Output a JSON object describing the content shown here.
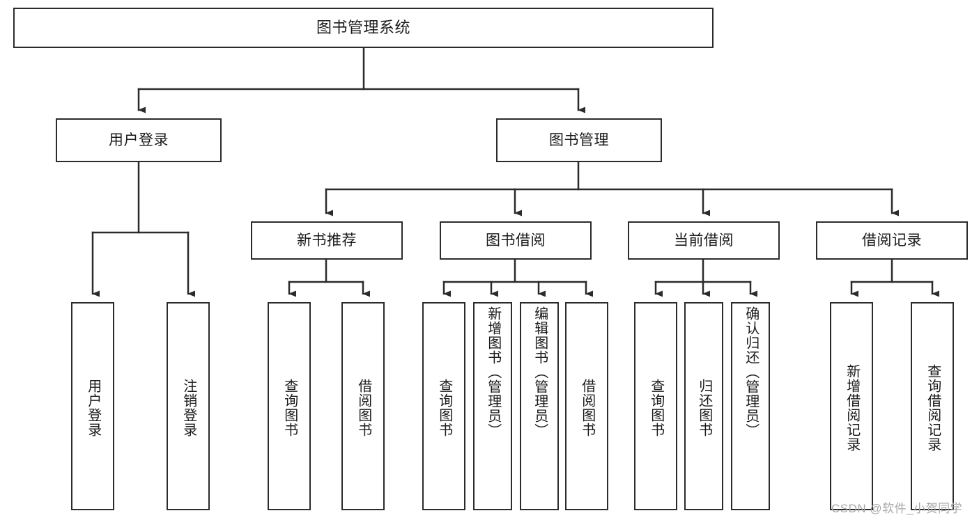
{
  "diagram": {
    "title": "图书管理系统",
    "type": "tree-hierarchy",
    "watermark": "CSDN @软件_小贺同学",
    "colors": {
      "stroke": "#2b2b2b",
      "background": "#ffffff",
      "text": "#1a1a1a",
      "watermark": "#a8a8a8"
    },
    "root": {
      "label": "图书管理系统"
    },
    "level2": [
      {
        "label": "用户登录"
      },
      {
        "label": "图书管理"
      }
    ],
    "level3": [
      {
        "label": "新书推荐"
      },
      {
        "label": "图书借阅"
      },
      {
        "label": "当前借阅"
      },
      {
        "label": "借阅记录"
      }
    ],
    "leaves": {
      "user_login": [
        {
          "label": "用户登录"
        },
        {
          "label": "注销登录"
        }
      ],
      "new_book_recommend": [
        {
          "label": "查询图书"
        },
        {
          "label": "借阅图书"
        }
      ],
      "book_borrow": [
        {
          "label": "查询图书"
        },
        {
          "label": "新增图书（管理员）"
        },
        {
          "label": "编辑图书（管理员）"
        },
        {
          "label": "借阅图书"
        }
      ],
      "current_borrow": [
        {
          "label": "查询图书"
        },
        {
          "label": "归还图书"
        },
        {
          "label": "确认归还（管理员）"
        }
      ],
      "borrow_record": [
        {
          "label": "新增借阅记录"
        },
        {
          "label": "查询借阅记录"
        }
      ]
    }
  }
}
